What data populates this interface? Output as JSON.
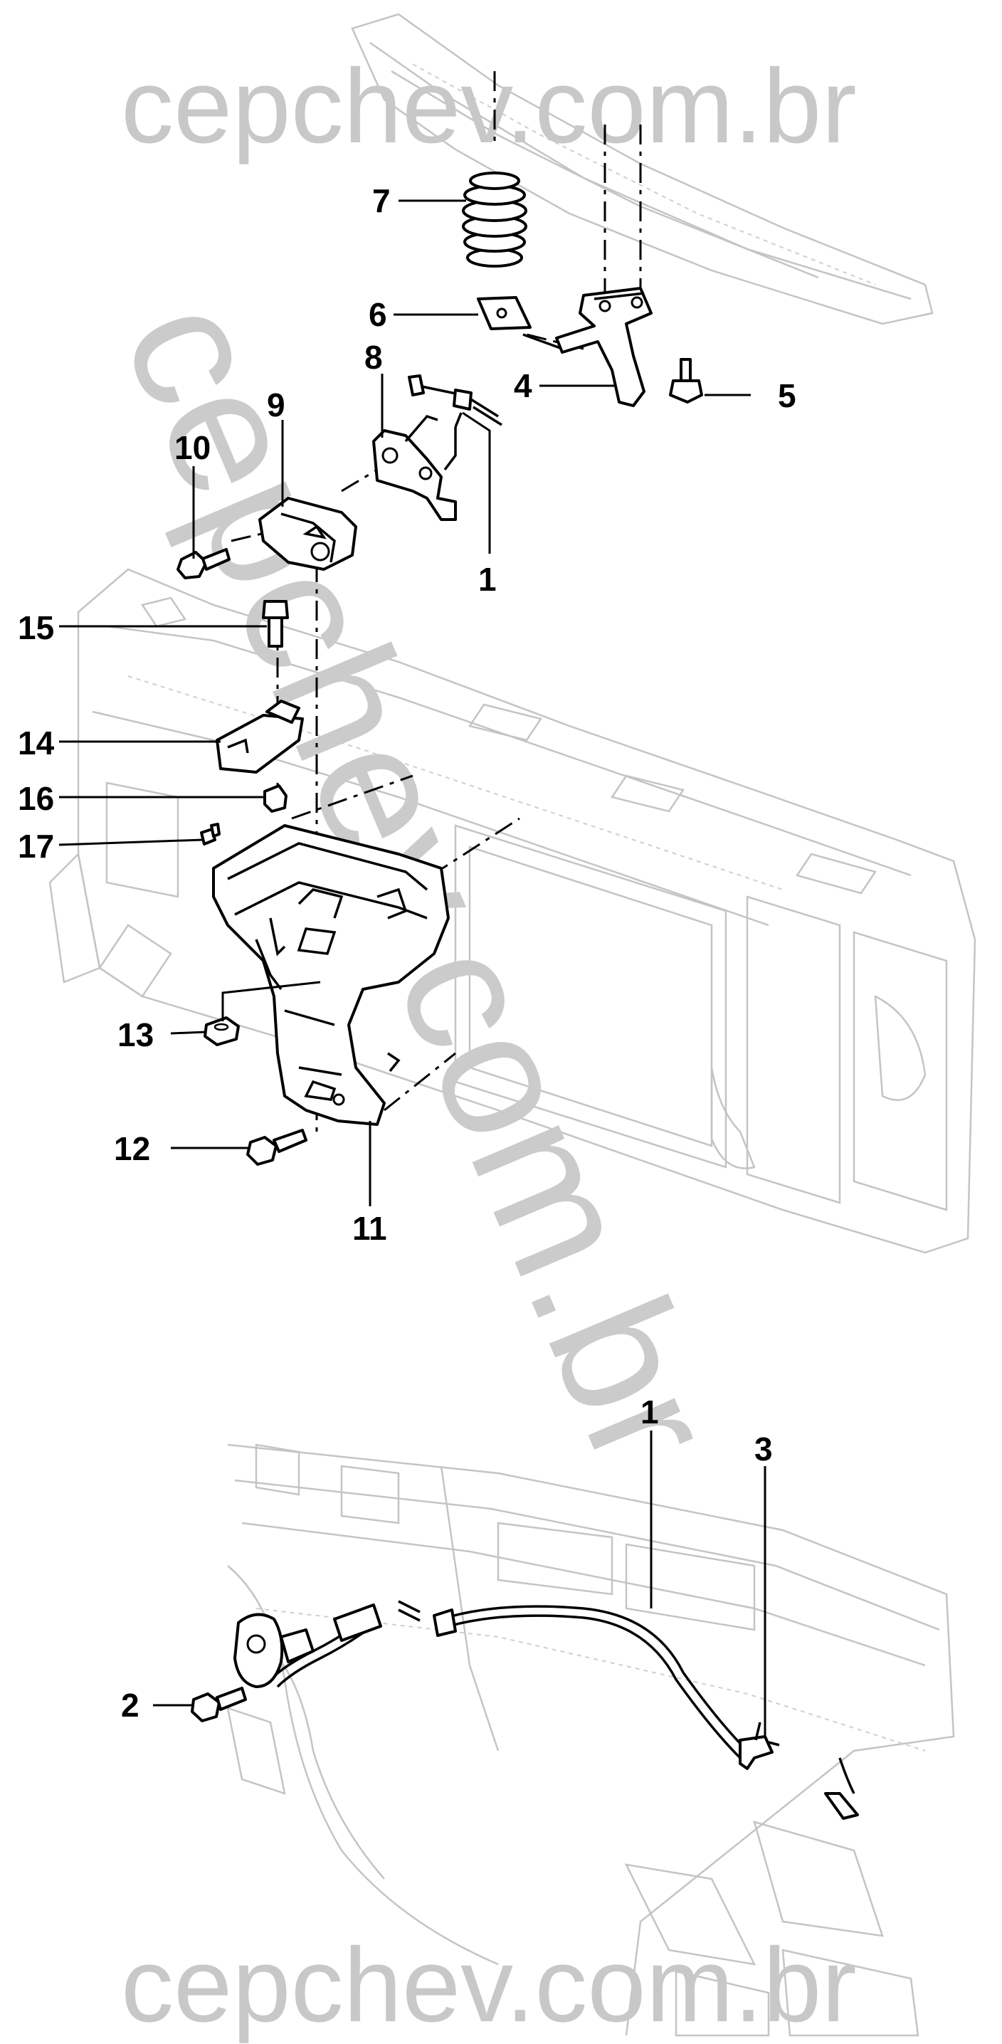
{
  "watermark": {
    "top": "cepchev.com.br",
    "bottom": "cepchev.com.br",
    "diagonal": "cepchev.com.br"
  },
  "upper_callouts": [
    "7",
    "6",
    "4",
    "5",
    "8",
    "9",
    "10",
    "1",
    "15",
    "14",
    "16",
    "17",
    "13",
    "12",
    "11"
  ],
  "lower_callouts": [
    "1",
    "3",
    "2"
  ]
}
